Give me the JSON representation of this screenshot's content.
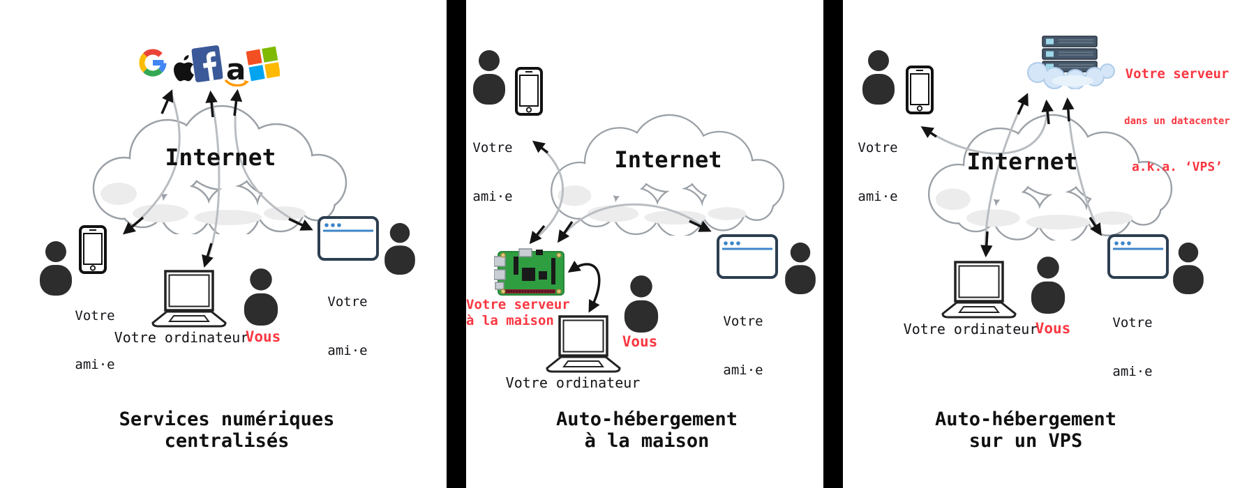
{
  "colors": {
    "accent_red": "#f93640",
    "browser_frame": "#2c3e50",
    "browser_blue": "#3d85c8",
    "cloud_stroke": "#9aa0a6",
    "pi_green": "#2f9e41",
    "divider": "#000000",
    "google_red": "#ea4335",
    "google_yellow": "#fbbc05",
    "google_green": "#34a853",
    "google_blue": "#4285f4",
    "facebook_blue": "#3b5998",
    "amazon_orange": "#ff9900",
    "ms_red": "#f25022",
    "ms_green": "#7fba00",
    "ms_blue": "#00a4ef",
    "ms_yellow": "#ffb900"
  },
  "shared": {
    "internet": "Internet",
    "friend_line1": "Votre",
    "friend_line2": "ami·e",
    "computer": "Votre ordinateur",
    "you": "Vous"
  },
  "brand": {
    "amazon_letter": "a",
    "logos": [
      "Google",
      "Apple",
      "Facebook",
      "Amazon",
      "Microsoft"
    ]
  },
  "panel_centralized": {
    "title_line1": "Services numériques",
    "title_line2": "centralisés"
  },
  "panel_home": {
    "title_line1": "Auto-hébergement",
    "title_line2": "à la maison",
    "server_line1": "Votre serveur",
    "server_line2": "à la maison"
  },
  "panel_vps": {
    "title_line1": "Auto-hébergement",
    "title_line2": "sur un VPS",
    "server_line1": "Votre serveur",
    "server_line2": "dans un datacenter",
    "server_line3": "a.k.a. ‘VPS’"
  }
}
